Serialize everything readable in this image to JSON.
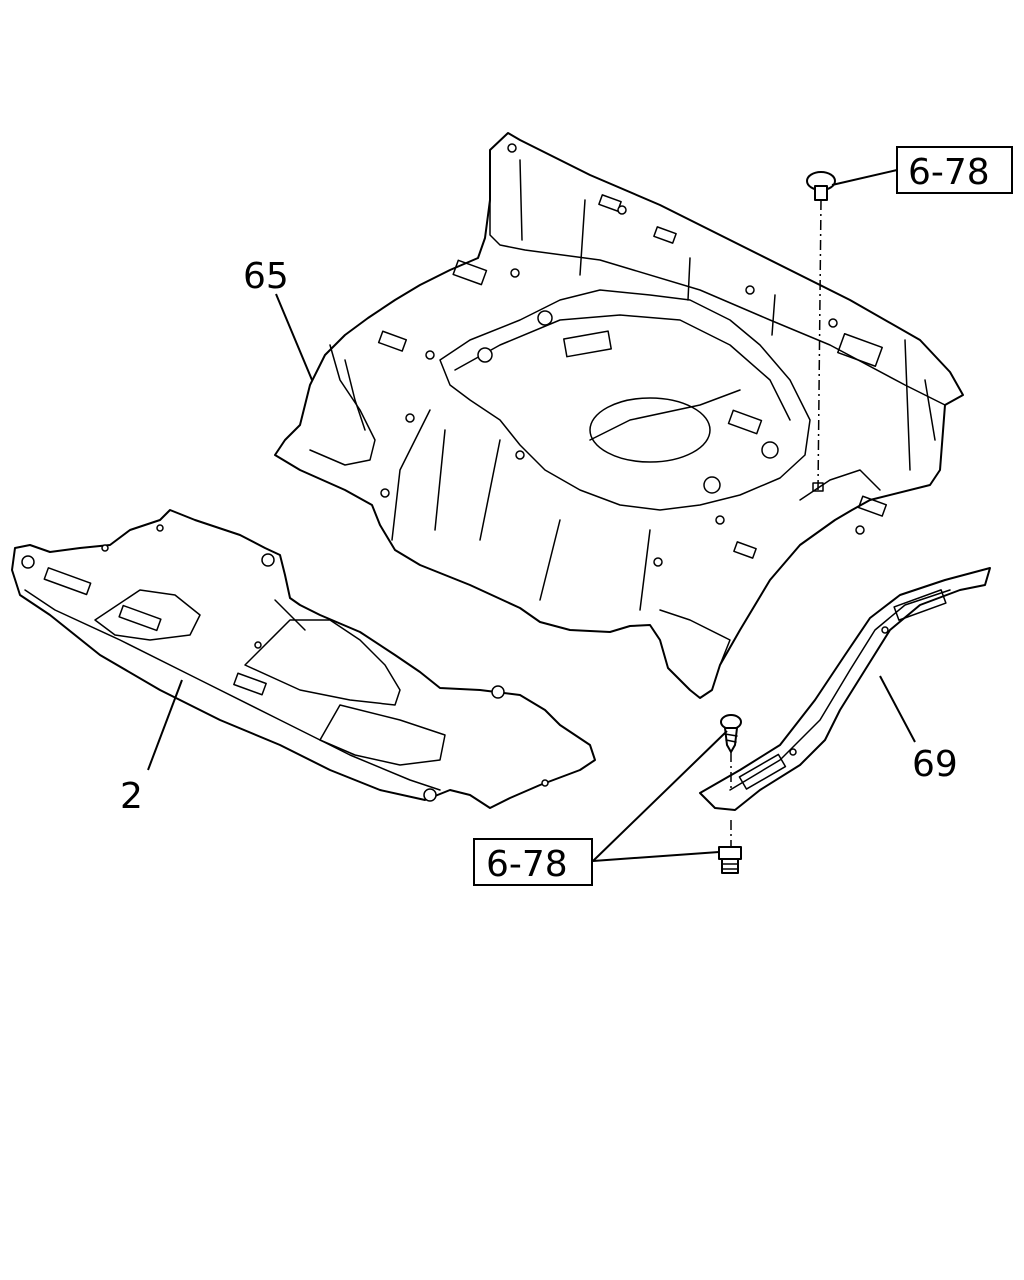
{
  "callouts": {
    "part_65": "65",
    "part_2": "2",
    "part_69": "69"
  },
  "references": {
    "ref_top": "6-78",
    "ref_bottom": "6-78"
  },
  "colors": {
    "line": "#000000",
    "background": "#ffffff"
  }
}
